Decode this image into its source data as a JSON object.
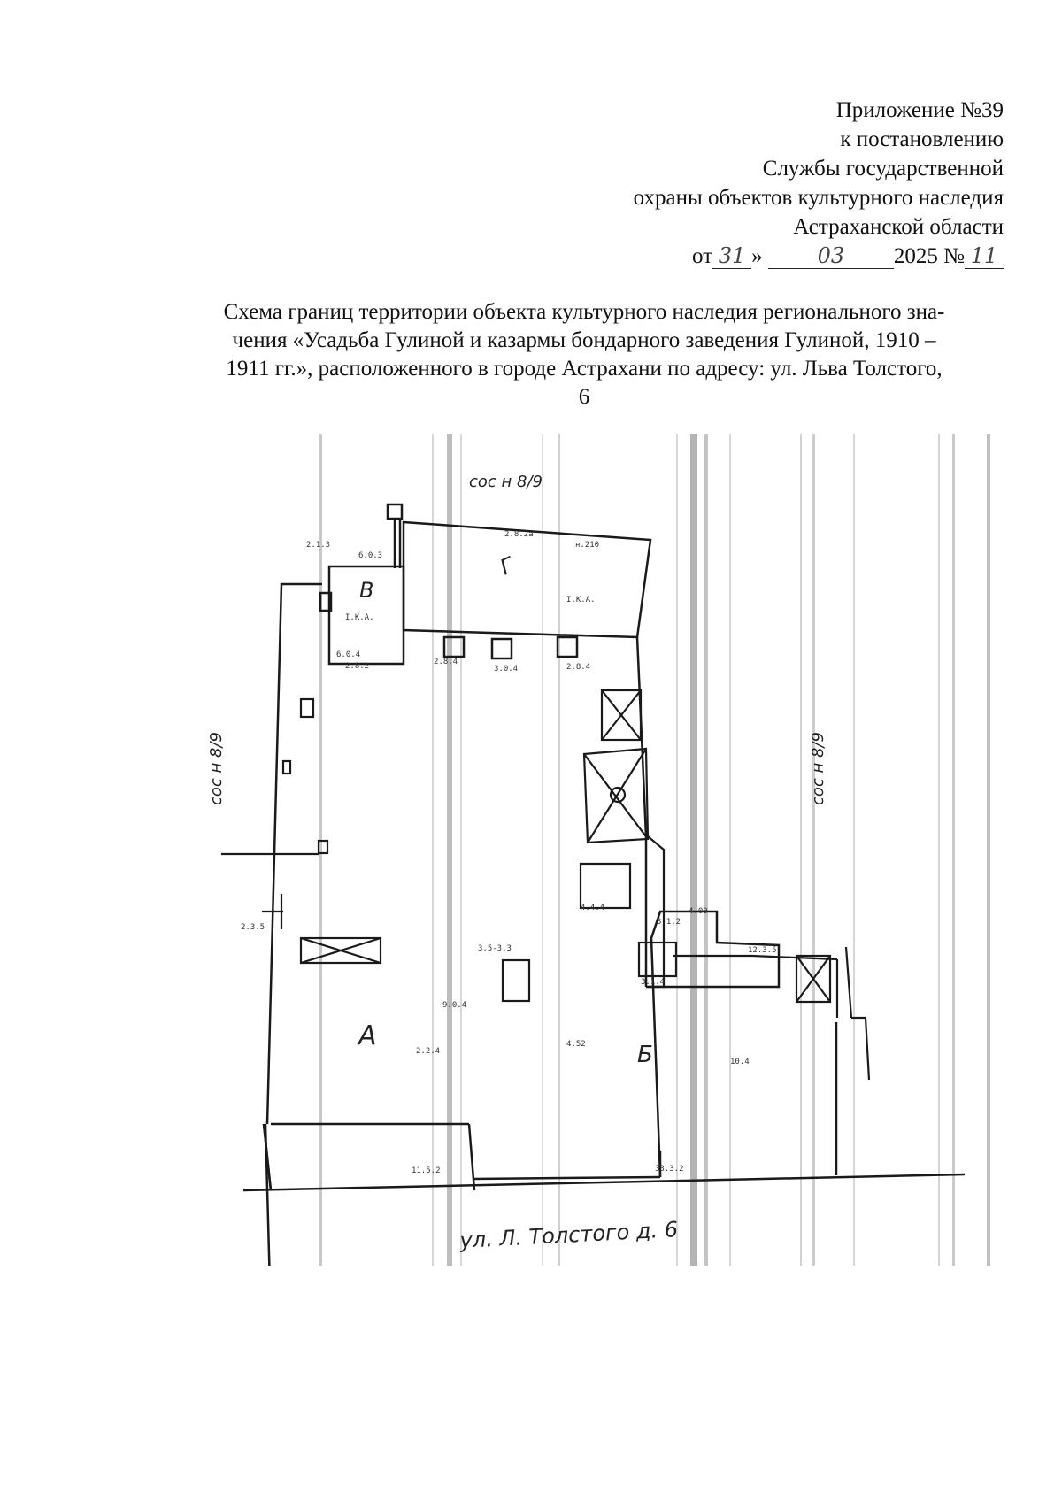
{
  "header": {
    "line1": "Приложение №39",
    "line2": "к постановлению",
    "line3": "Службы государственной",
    "line4": "охраны объектов культурного наследия",
    "line5": "Астраханской области",
    "date_prefix": "от",
    "day": "31",
    "quote": "»",
    "month": "03",
    "year": "2025",
    "number_sign": "№",
    "number": "11"
  },
  "title": {
    "row1": "Схема границ территории объекта культурного наследия регионального зна-",
    "row2": "чения «Усадьба Гулиной и казармы бондарного заведения Гулиной, 1910 –",
    "row3": "1911 гг.», расположенного в городе Астрахани по адресу: ул. Льва Толстого,",
    "row4": "6"
  },
  "plan": {
    "neighbor_top": "соc н 8/9",
    "neighbor_left": "соc н 8/9",
    "neighbor_right": "соc н 8/9",
    "street": "ул. Л. Толстого д. 6",
    "building_a": "А",
    "building_b": "Б",
    "building_v": "В",
    "building_g": "Г",
    "colors": {
      "ink": "#1a1a1a",
      "scan_stripe": "#c8c8c8"
    }
  }
}
